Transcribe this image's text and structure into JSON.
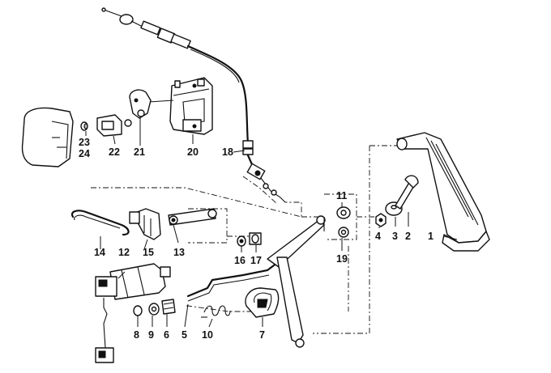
{
  "callouts": [
    {
      "id": "c1",
      "text": "1"
    },
    {
      "id": "c2",
      "text": "2"
    },
    {
      "id": "c3",
      "text": "3"
    },
    {
      "id": "c4",
      "text": "4"
    },
    {
      "id": "c5",
      "text": "5"
    },
    {
      "id": "c6",
      "text": "6"
    },
    {
      "id": "c7",
      "text": "7"
    },
    {
      "id": "c8",
      "text": "8"
    },
    {
      "id": "c9",
      "text": "9"
    },
    {
      "id": "c10",
      "text": "10"
    },
    {
      "id": "c11",
      "text": "11"
    },
    {
      "id": "c12",
      "text": "12"
    },
    {
      "id": "c13",
      "text": "13"
    },
    {
      "id": "c14",
      "text": "14"
    },
    {
      "id": "c15",
      "text": "15"
    },
    {
      "id": "c16",
      "text": "16"
    },
    {
      "id": "c17",
      "text": "17"
    },
    {
      "id": "c18",
      "text": "18"
    },
    {
      "id": "c19",
      "text": "19"
    },
    {
      "id": "c20",
      "text": "20"
    },
    {
      "id": "c21",
      "text": "21"
    },
    {
      "id": "c22",
      "text": "22"
    },
    {
      "id": "c23",
      "text": "23"
    },
    {
      "id": "c24",
      "text": "24"
    }
  ],
  "colors": {
    "ink": "#111111",
    "background": "#ffffff",
    "shade": "#bdbdbd"
  }
}
